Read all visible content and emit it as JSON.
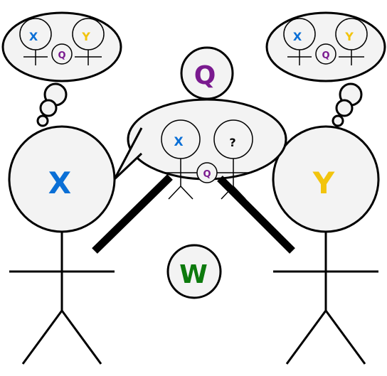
{
  "labels": {
    "left_head": "X",
    "right_head": "Y",
    "center_top": "Q",
    "center_bottom": "W",
    "left_thought_a": "X",
    "left_thought_b": "Y",
    "left_thought_c": "Q",
    "right_thought_a": "X",
    "right_thought_b": "Y",
    "right_thought_c": "Q",
    "speech_a": "X",
    "speech_b": "?",
    "speech_c": "Q"
  },
  "colors": {
    "x": "#0a6fd6",
    "y": "#f2c40d",
    "q": "#7a1a8f",
    "w": "#0d7a0d",
    "line": "#000000",
    "fill": "#f3f3f3"
  }
}
